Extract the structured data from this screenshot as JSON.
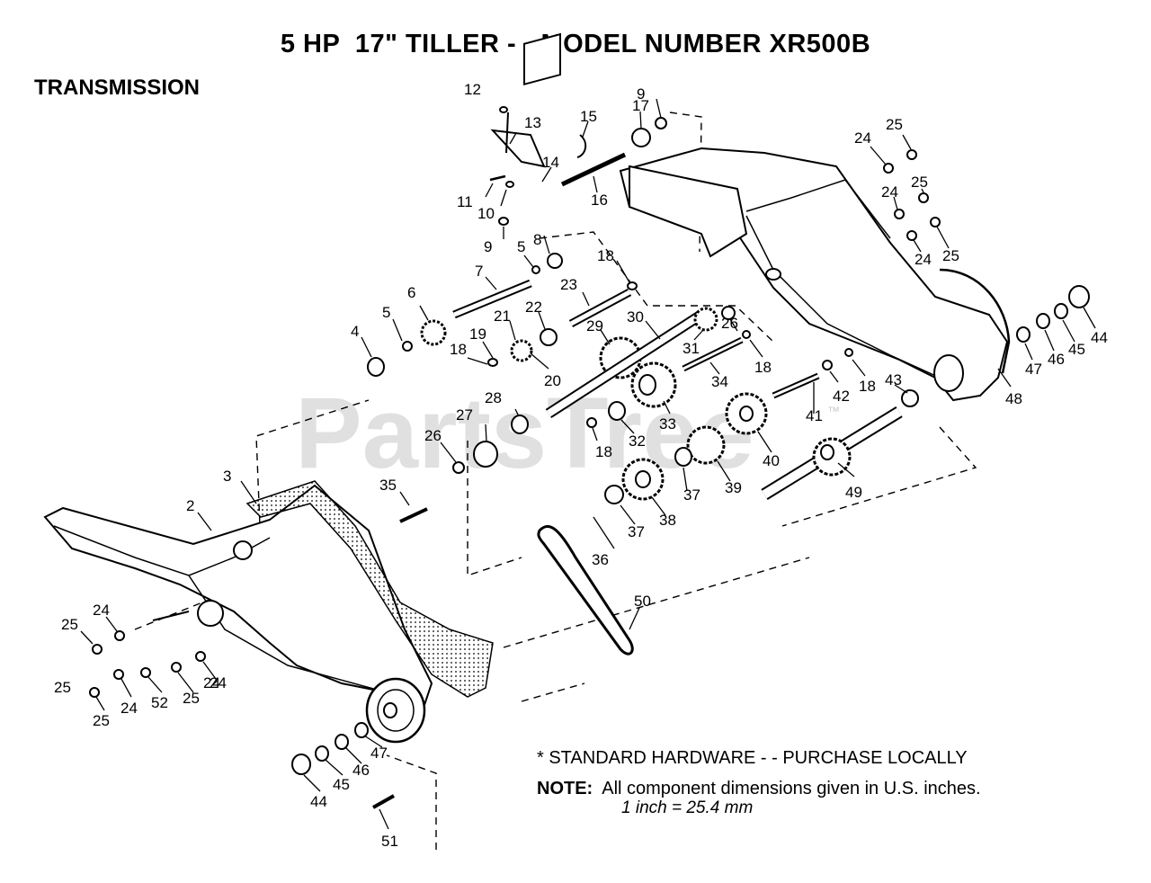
{
  "title": "5 HP  17\" TILLER - - MODEL NUMBER XR500B",
  "subtitle": "TRANSMISSION",
  "watermark": "PartsTree",
  "watermark_tm": "™",
  "notes": {
    "hardware": "* STANDARD HARDWARE - - PURCHASE LOCALLY",
    "note_label": "NOTE:",
    "note_text": "All component dimensions given in U.S. inches.",
    "conversion": "1 inch = 25.4 mm"
  },
  "callouts": [
    "12",
    "13",
    "15",
    "17",
    "9",
    "14",
    "11",
    "10",
    "16",
    "9",
    "8",
    "5",
    "7",
    "18",
    "23",
    "6",
    "5",
    "4",
    "22",
    "21",
    "19",
    "18",
    "20",
    "29",
    "30",
    "26",
    "31",
    "18",
    "34",
    "28",
    "27",
    "26",
    "18",
    "32",
    "33",
    "3",
    "2",
    "35",
    "36",
    "37",
    "37",
    "38",
    "39",
    "40",
    "41",
    "42",
    "18",
    "43",
    "49",
    "48",
    "47",
    "46",
    "45",
    "44",
    "50",
    "24",
    "25",
    "24",
    "25",
    "24",
    "25",
    "24",
    "25",
    "24",
    "25",
    "24",
    "52",
    "25",
    "24",
    "25",
    "47",
    "46",
    "45",
    "44",
    "51"
  ]
}
